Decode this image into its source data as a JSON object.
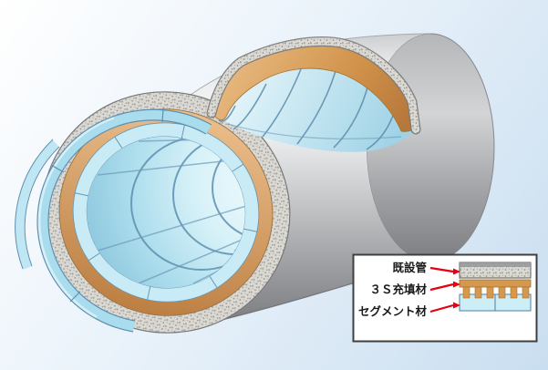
{
  "diagram": {
    "description": "3D cutaway illustration of a rehabilitated pipe: existing pipe shell, filler layer and inner segment lining, with a detail inset legend",
    "legend": {
      "items": [
        {
          "id": "existing-pipe",
          "label": "既設管"
        },
        {
          "id": "filler",
          "label": "３Ｓ充填材"
        },
        {
          "id": "segment",
          "label": "セグメント材"
        }
      ]
    },
    "colors": {
      "background_top": "#ffffff",
      "background_bottom": "#c9def0",
      "pipe_gray_light": "#f6f7f7",
      "pipe_gray_dark": "#737577",
      "cut_face_speckle": "#dbd9d4",
      "filler_orange": "#d5984f",
      "segment_blue_light": "#cdeef7",
      "segment_blue_deep": "#7fbcd6",
      "segment_line_blue": "#5f8fb0",
      "arrow_red": "#e60012",
      "inset_border": "#3f3f3f"
    }
  }
}
